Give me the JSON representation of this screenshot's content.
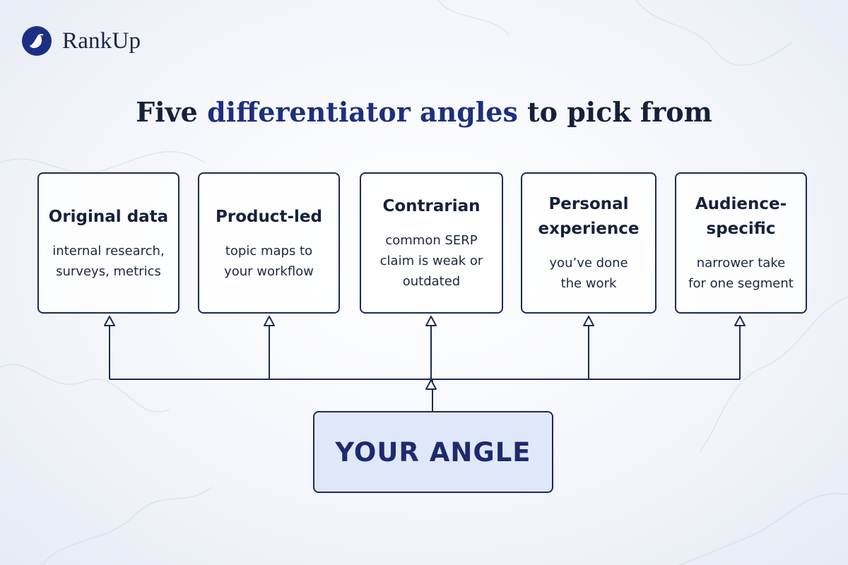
{
  "brand": {
    "name": "RankUp",
    "logo_icon": "bird-globe-icon",
    "color": "#1b2f86"
  },
  "title": {
    "part1": "Five ",
    "highlight": "differentiator angles",
    "part2": " to pick from"
  },
  "colors": {
    "accent": "#1e2f7d",
    "box_border": "#1e2a52",
    "center_fill": "#dfe8f8"
  },
  "angles": [
    {
      "title": "Original data",
      "desc": "internal research,\nsurveys, metrics"
    },
    {
      "title": "Product-led",
      "desc": "topic maps to\nyour workflow"
    },
    {
      "title": "Contrarian",
      "desc": "common SERP\nclaim is weak or\noutdated"
    },
    {
      "title": "Personal\nexperience",
      "desc": "you’ve done\nthe work"
    },
    {
      "title": "Audience-\nspecific",
      "desc": "narrower take\nfor one segment"
    }
  ],
  "center": {
    "label": "YOUR ANGLE"
  }
}
